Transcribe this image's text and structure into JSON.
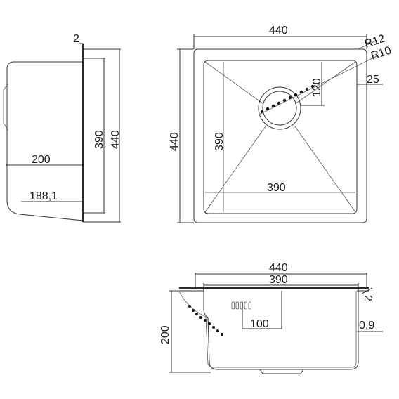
{
  "side_view": {
    "flange_thickness": "2",
    "height_outer": "440",
    "height_inner": "390",
    "depth": "200",
    "bottom_depth": "188,1"
  },
  "top_view": {
    "width_outer": "440",
    "height_outer": "440",
    "radius_outer": "R12",
    "radius_inner": "R10",
    "flange_width": "25",
    "inner_width": "390",
    "inner_height": "390",
    "drain_offset": "120"
  },
  "front_section": {
    "width_outer": "440",
    "width_inner": "390",
    "flange_thickness": "2",
    "depth": "200",
    "overflow_depth": "100",
    "wall_thickness": "0,9"
  }
}
